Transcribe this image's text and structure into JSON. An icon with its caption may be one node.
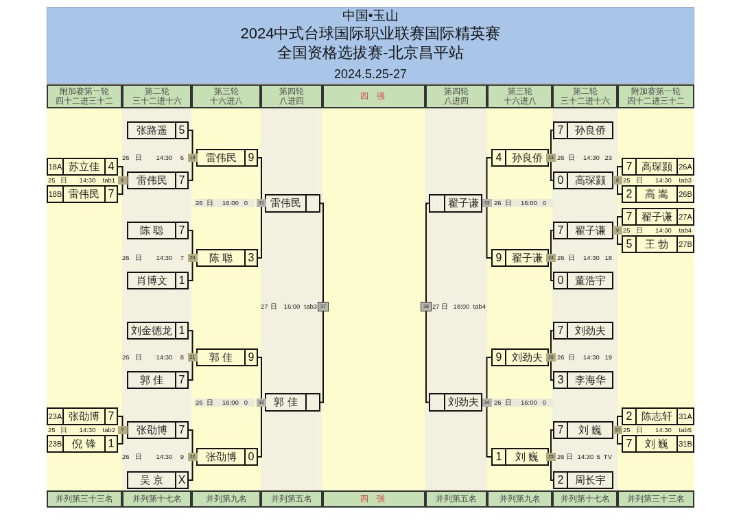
{
  "diagram": {
    "title": "中国•玉山",
    "nodes": [
      {
        "text": [
          "张路遥",
          "5"
        ]
      },
      {
        "text": [
          "7",
          "孙良侨"
        ]
      },
      {
        "text": [
          "雷伟民",
          "9"
        ]
      },
      {
        "text": [
          "4",
          "孙良侨"
        ]
      },
      {
        "text": [
          "18A",
          "苏立佳",
          "4"
        ]
      },
      {
        "text": [
          "7",
          "高琛颢",
          "26A"
        ]
      },
      {
        "text": [
          "雷伟民",
          "7"
        ]
      },
      {
        "text": [
          "0",
          "高琛颢"
        ]
      },
      {
        "text": [
          "18B",
          "雷伟民",
          "7"
        ]
      },
      {
        "text": [
          "2",
          "高 嵩",
          "26B"
        ]
      },
      {
        "text": [
          "雷伟民"
        ]
      },
      {
        "text": [
          "翟子谦"
        ]
      },
      {
        "text": [
          "7",
          "翟子谦",
          "27A"
        ]
      },
      {
        "text": [
          "陈 聪",
          "7"
        ]
      },
      {
        "text": [
          "7",
          "翟子谦"
        ]
      },
      {
        "text": [
          "5",
          "王 勃",
          "27B"
        ]
      },
      {
        "text": [
          "陈 聪",
          "3"
        ]
      },
      {
        "text": [
          "9",
          "翟子谦"
        ]
      },
      {
        "text": [
          "肖博文",
          "1"
        ]
      },
      {
        "text": [
          "0",
          "董浩宇"
        ]
      },
      {
        "text": [
          "刘金德龙",
          "1"
        ]
      },
      {
        "text": [
          "7",
          "刘劲夫"
        ]
      },
      {
        "text": [
          "郭 佳",
          "9"
        ]
      },
      {
        "text": [
          "9",
          "刘劲夫"
        ]
      },
      {
        "text": [
          "郭 佳",
          "7"
        ]
      },
      {
        "text": [
          "3",
          "李海华"
        ]
      },
      {
        "text": [
          "郭 佳"
        ]
      },
      {
        "text": [
          "刘劲夫"
        ]
      },
      {
        "text": [
          "23A",
          "张劭博",
          "7"
        ]
      },
      {
        "text": [
          "2",
          "陈志轩",
          "31A"
        ]
      },
      {
        "text": [
          "张劭博",
          "7"
        ]
      },
      {
        "text": [
          "7",
          "刘 巍"
        ]
      },
      {
        "text": [
          "23B",
          "倪 锋",
          "1"
        ]
      },
      {
        "text": [
          "7",
          "刘 巍",
          "31B"
        ]
      },
      {
        "text": [
          "张劭博",
          "0"
        ]
      },
      {
        "text": [
          "1",
          "刘 巍"
        ]
      },
      {
        "text": [
          "吴 京",
          "X"
        ]
      },
      {
        "text": [
          "2",
          "周长宇"
        ]
      },
      {
        "text": [
          "37"
        ]
      },
      {
        "text": [
          "38"
        ]
      }
    ],
    "edges": [
      {
        "from": 0,
        "to": 2,
        "arrow": "none"
      },
      {
        "from": 1,
        "to": 3,
        "arrow": "none"
      },
      {
        "from": 4,
        "to": 6,
        "arrow": "none"
      },
      {
        "from": 5,
        "to": 7,
        "arrow": "none"
      },
      {
        "from": 6,
        "to": 2,
        "arrow": "none"
      },
      {
        "from": 7,
        "to": 3,
        "arrow": "none"
      },
      {
        "from": 8,
        "to": 6,
        "arrow": "none"
      },
      {
        "from": 9,
        "to": 7,
        "arrow": "none"
      },
      {
        "from": 2,
        "to": 10,
        "arrow": "none"
      },
      {
        "from": 3,
        "to": 11,
        "arrow": "none"
      },
      {
        "from": 12,
        "to": 14,
        "arrow": "none"
      },
      {
        "from": 13,
        "to": 16,
        "arrow": "none"
      },
      {
        "from": 14,
        "to": 17,
        "arrow": "none"
      },
      {
        "from": 15,
        "to": 14,
        "arrow": "none"
      },
      {
        "from": 16,
        "to": 10,
        "arrow": "none"
      },
      {
        "from": 17,
        "to": 11,
        "arrow": "none"
      },
      {
        "from": 18,
        "to": 16,
        "arrow": "none"
      },
      {
        "from": 19,
        "to": 17,
        "arrow": "none"
      },
      {
        "from": 10,
        "to": 38,
        "arrow": "none"
      },
      {
        "from": 11,
        "to": 39,
        "arrow": "none"
      },
      {
        "from": 20,
        "to": 22,
        "arrow": "none"
      },
      {
        "from": 21,
        "to": 23,
        "arrow": "none"
      },
      {
        "from": 22,
        "to": 26,
        "arrow": "none"
      },
      {
        "from": 23,
        "to": 27,
        "arrow": "none"
      },
      {
        "from": 24,
        "to": 22,
        "arrow": "none"
      },
      {
        "from": 25,
        "to": 23,
        "arrow": "none"
      },
      {
        "from": 26,
        "to": 38,
        "arrow": "none"
      },
      {
        "from": 27,
        "to": 39,
        "arrow": "none"
      },
      {
        "from": 28,
        "to": 30,
        "arrow": "none"
      },
      {
        "from": 29,
        "to": 31,
        "arrow": "none"
      },
      {
        "from": 30,
        "to": 34,
        "arrow": "none"
      },
      {
        "from": 31,
        "to": 35,
        "arrow": "none"
      },
      {
        "from": 32,
        "to": 30,
        "arrow": "none"
      },
      {
        "from": 33,
        "to": 31,
        "arrow": "none"
      },
      {
        "from": 34,
        "to": 26,
        "arrow": "none"
      },
      {
        "from": 35,
        "to": 27,
        "arrow": "none"
      },
      {
        "from": 36,
        "to": 34,
        "arrow": "none"
      },
      {
        "from": 37,
        "to": 35,
        "arrow": "none"
      }
    ],
    "labels": [
      "2024中式台球国际职业联赛国际精英赛",
      "全国资格选拔赛-北京昌平站",
      "2024.5.25-27",
      "附加赛第一轮",
      "四十二进三十二",
      "第二轮",
      "三十二进十六",
      "第三轮",
      "十六进八",
      "第四轮",
      "八进四",
      "四 强",
      "第四轮",
      "八进四",
      "第三轮",
      "十六进八",
      "第二轮",
      "三十二进十六",
      "附加赛第一轮",
      "四十二进三十二",
      "26日 14:30 6",
      "19",
      "23",
      "26日 14:30 23",
      "25日 14:30 tab1",
      "6",
      "8",
      "25日 14:30 tab3",
      "26日 16:00 0",
      "31",
      "33",
      "26日 16:00 0",
      "9",
      "25日 14:30 tab4",
      "26日 14:30 7",
      "20",
      "24",
      "26日 14:30 18",
      "27日 16:00 tab3",
      "27日 18:00 tab4",
      "26日 14:30 8",
      "21",
      "26",
      "26日 14:30 19",
      "26日 16:00 0",
      "32",
      "34",
      "26日 16:00 0",
      "25日 14:30 tab2",
      "7",
      "10",
      "25日 14:30 tab5",
      "26日 14:30 9",
      "22",
      "25",
      "26日 14:30 5 TV",
      "并列第三十三名",
      "并列第十七名",
      "并列第九名",
      "并列第五名",
      "四 强",
      "并列第五名",
      "并列第九名",
      "并列第十七名",
      "并列第三十三名"
    ]
  }
}
